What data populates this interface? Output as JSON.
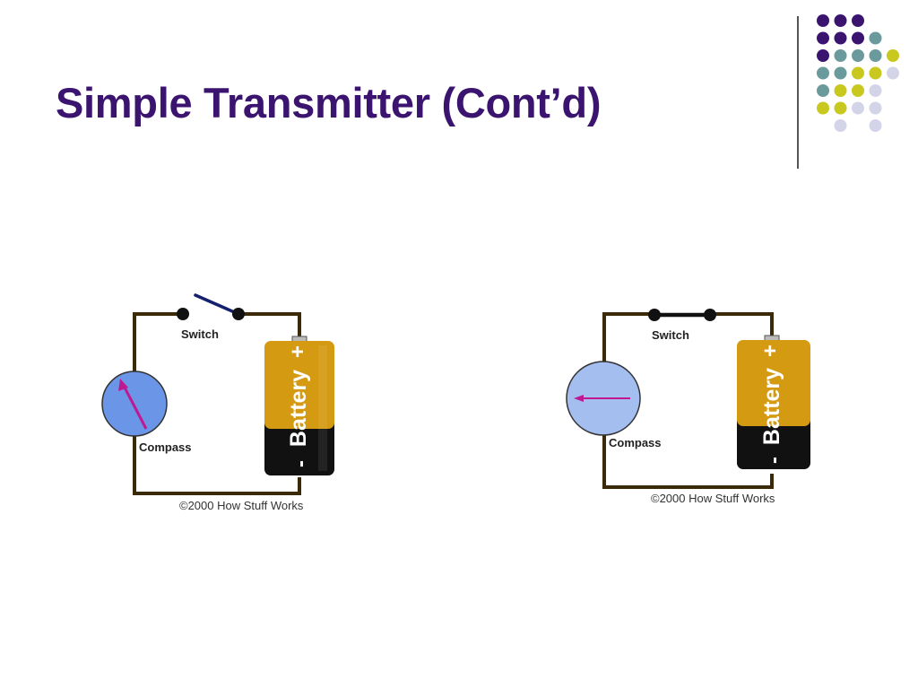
{
  "slide": {
    "title": "Simple Transmitter (Cont’d)"
  },
  "colors": {
    "title": "#3b1470",
    "purple": "#3b1470",
    "teal": "#6a9a9c",
    "yellow": "#c8c81e",
    "lavender": "#d4d4e8",
    "wire": "#3a2a08",
    "battery_gold": "#d49a12",
    "battery_black": "#111111",
    "compass_fill": "#6b96e8",
    "needle": "#c01890"
  },
  "decoration": {
    "dot_grid": [
      [
        "purple",
        "purple",
        "purple",
        "",
        ""
      ],
      [
        "purple",
        "purple",
        "purple",
        "teal",
        ""
      ],
      [
        "purple",
        "teal",
        "teal",
        "teal",
        "yellow"
      ],
      [
        "teal",
        "teal",
        "yellow",
        "yellow",
        "lavender"
      ],
      [
        "teal",
        "yellow",
        "yellow",
        "lavender",
        ""
      ],
      [
        "yellow",
        "yellow",
        "lavender",
        "lavender",
        ""
      ],
      [
        "",
        "lavender",
        "",
        "lavender",
        ""
      ]
    ]
  },
  "diagrams": [
    {
      "state": "switch-open",
      "switch_label": "Switch",
      "compass_label": "Compass",
      "battery_label": "Battery",
      "battery_plus": "+",
      "battery_minus": "-",
      "credit": "©2000 How Stuff Works"
    },
    {
      "state": "switch-closed",
      "switch_label": "Switch",
      "compass_label": "Compass",
      "battery_label": "Battery",
      "battery_plus": "+",
      "battery_minus": "-",
      "credit": "©2000 How Stuff Works"
    }
  ]
}
